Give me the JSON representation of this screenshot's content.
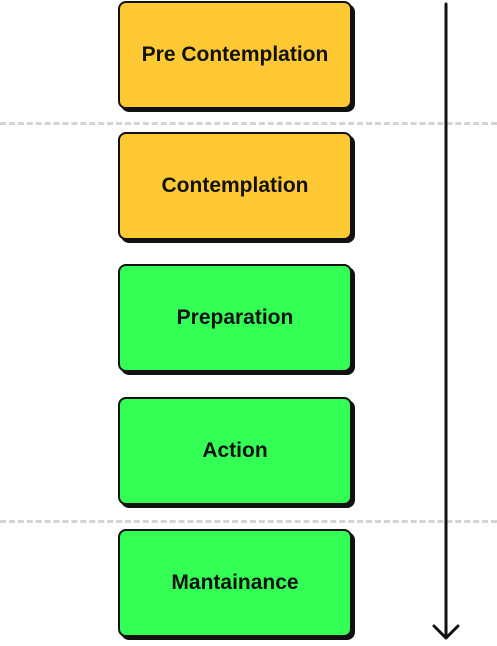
{
  "stages": [
    {
      "label": "Pre Contemplation",
      "color": "#ffc933"
    },
    {
      "label": "Contemplation",
      "color": "#ffc933"
    },
    {
      "label": "Preparation",
      "color": "#33ff55"
    },
    {
      "label": "Action",
      "color": "#33ff55"
    },
    {
      "label": "Mantainance",
      "color": "#33ff55"
    }
  ],
  "colors": {
    "orange": "#ffc933",
    "green": "#33ff55",
    "border": "#111111",
    "divider": "#d4d4d4"
  }
}
